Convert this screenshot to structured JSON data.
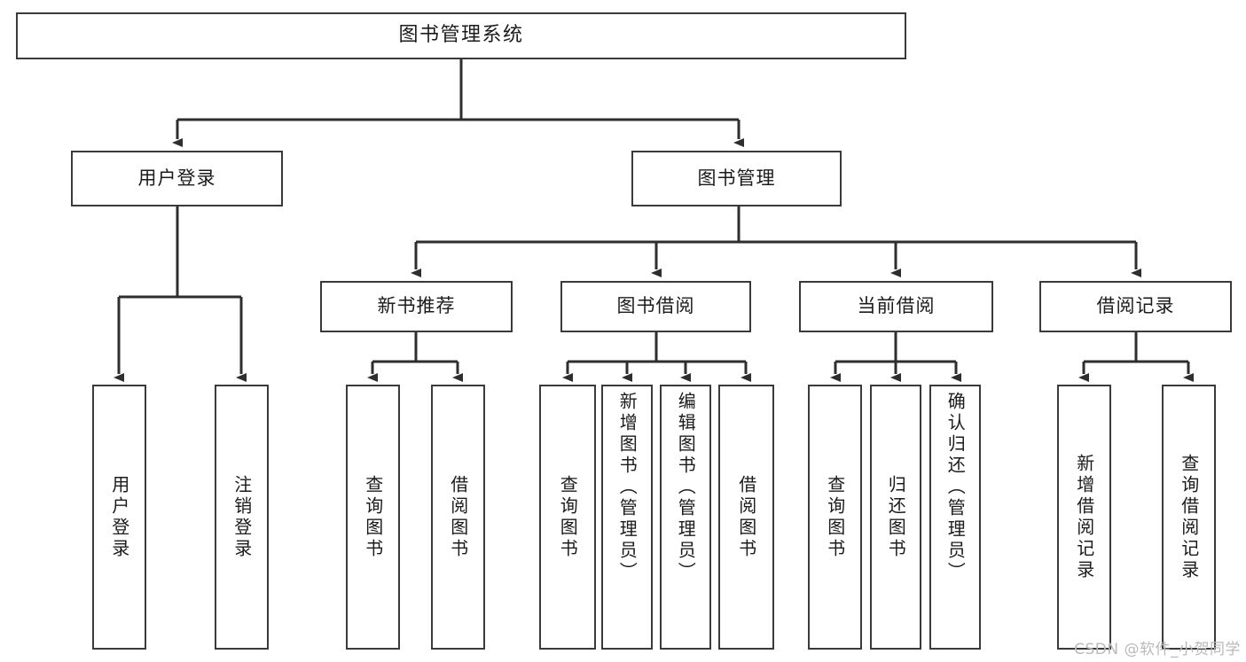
{
  "diagram": {
    "title": "图书管理系统",
    "type": "tree-hierarchy",
    "watermark": "CSDN @软件_小贺同学",
    "colors": {
      "box_border": "#3a3a3a",
      "box_fill": "#ffffff",
      "edge": "#2e2e2e",
      "text": "#1b1b1b",
      "watermark": "#b9b9b9",
      "background": "#ffffff"
    },
    "root": {
      "label": "图书管理系统"
    },
    "level2": [
      {
        "label": "用户登录"
      },
      {
        "label": "图书管理"
      }
    ],
    "level3": [
      {
        "label": "新书推荐"
      },
      {
        "label": "图书借阅"
      },
      {
        "label": "当前借阅"
      },
      {
        "label": "借阅记录"
      }
    ],
    "leaves": {
      "user_login": [
        {
          "label": "用户登录"
        },
        {
          "label": "注销登录"
        }
      ],
      "new_book_recommend": [
        {
          "label": "查询图书"
        },
        {
          "label": "借阅图书"
        }
      ],
      "book_borrow": [
        {
          "label": "查询图书"
        },
        {
          "label": "新增图书（管理员）"
        },
        {
          "label": "编辑图书（管理员）"
        },
        {
          "label": "借阅图书"
        }
      ],
      "current_borrow": [
        {
          "label": "查询图书"
        },
        {
          "label": "归还图书"
        },
        {
          "label": "确认归还（管理员）"
        }
      ],
      "borrow_record": [
        {
          "label": "新增借阅记录"
        },
        {
          "label": "查询借阅记录"
        }
      ]
    }
  }
}
